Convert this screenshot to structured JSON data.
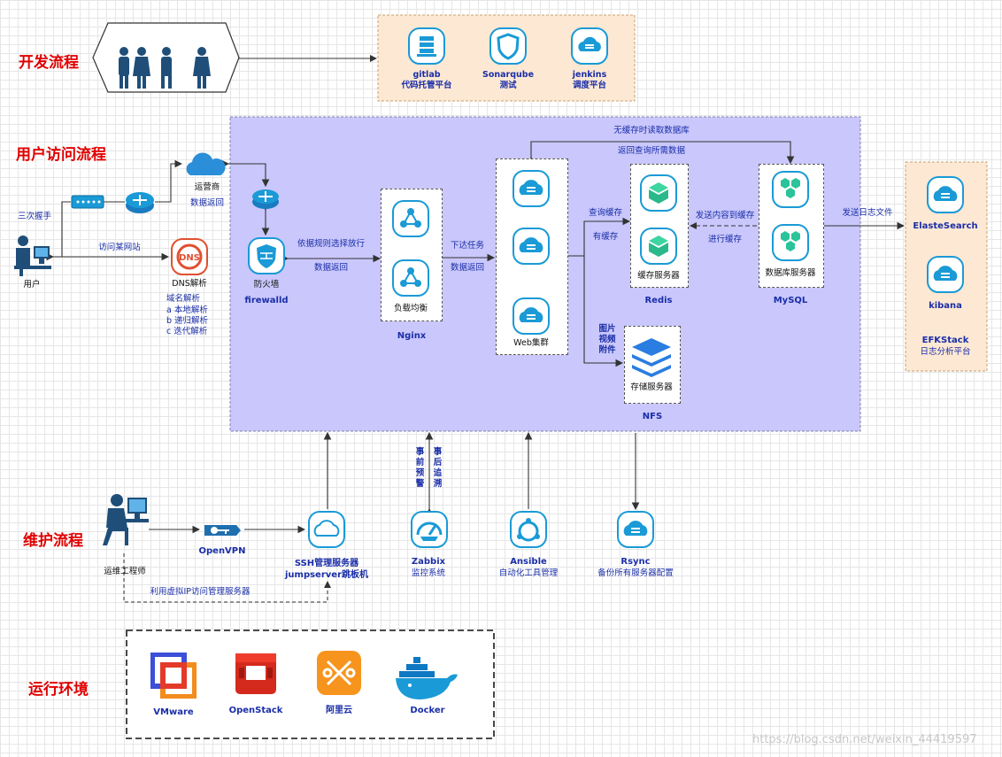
{
  "sections": {
    "dev": "开发流程",
    "user": "用户访问流程",
    "ops": "维护流程",
    "env": "运行环境"
  },
  "dev": {
    "tools": [
      {
        "name": "gitlab",
        "desc": "代码托管平台",
        "icon": "gitlab-icon"
      },
      {
        "name": "Sonarqube",
        "desc": "测试",
        "icon": "sonarqube-icon"
      },
      {
        "name": "jenkins",
        "desc": "调度平台",
        "icon": "jenkins-icon"
      }
    ]
  },
  "user": {
    "handshake": "三次握手",
    "user": "用户",
    "visit": "访问某网站",
    "isp": "运营商",
    "isp_return": "数据返回",
    "dns": "DNS解析",
    "dns_lines": [
      "域名解析",
      "a 本地解析",
      "b 递归解析",
      "c 迭代解析"
    ],
    "firewall": "防火墙",
    "firewall_name": "firewalld",
    "rule": "依据规则选择放行",
    "fw_return": "数据返回",
    "lb": "负载均衡",
    "nginx": "Nginx",
    "task": "下达任务",
    "web_return": "数据返回",
    "web": "Web集群",
    "query_cache": "查询缓存",
    "has_cache": "有缓存",
    "cache_server": "缓存服务器",
    "redis": "Redis",
    "send_cache": "发送内容到缓存",
    "do_cache": "进行缓存",
    "db_server": "数据库服务器",
    "mysql": "MySQL",
    "no_cache": "无缓存时读取数据库",
    "return_query": "返回查询所需数据",
    "media": [
      "图片",
      "视频",
      "附件"
    ],
    "storage": "存储服务器",
    "nfs": "NFS",
    "send_logs": "发送日志文件",
    "es": "ElasteSearch",
    "kibana": "kibana",
    "efk": "EFKStack",
    "efk_desc": "日志分析平台"
  },
  "ops": {
    "engineer": "运维工程师",
    "openvpn": "OpenVPN",
    "ssh": "SSH管理服务器",
    "jump": "jumpserver跳板机",
    "virtual_ip": "利用虚拟IP访问管理服务器",
    "pre_warn": "事前预警",
    "post_trace": "事后追溯",
    "zabbix": "Zabbix",
    "zabbix_desc": "监控系统",
    "ansible": "Ansible",
    "ansible_desc": "自动化工具管理",
    "rsync": "Rsync",
    "rsync_desc": "备份所有服务器配置"
  },
  "env": {
    "items": [
      {
        "name": "VMware"
      },
      {
        "name": "OpenStack"
      },
      {
        "name": "阿里云"
      },
      {
        "name": "Docker"
      }
    ]
  },
  "watermark": "https://blog.csdn.net/weixin_44419597",
  "colors": {
    "panel": "#c9c7fb",
    "orange": "#fde8d4",
    "accent": "#1a9ad6",
    "red": "#e00000"
  }
}
